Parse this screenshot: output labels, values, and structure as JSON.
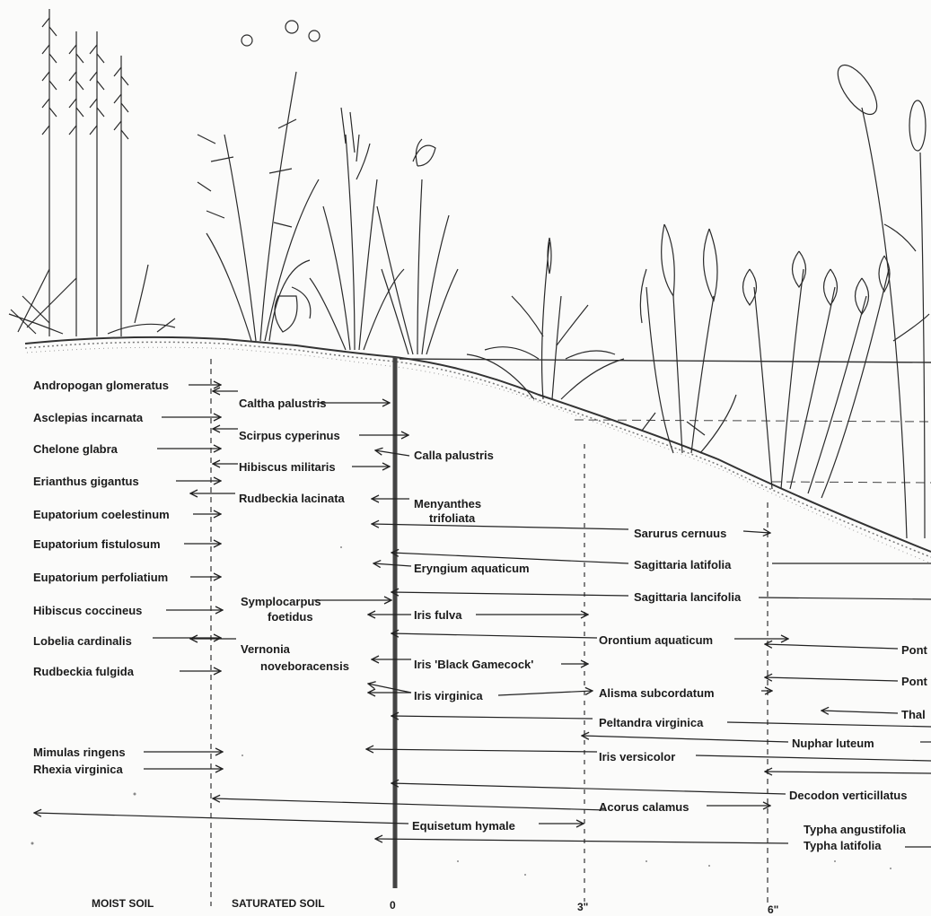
{
  "zones": [
    "MOIST SOIL",
    "SATURATED SOIL",
    "0",
    "3\"",
    "6\""
  ],
  "species": [
    "Andropogan glomeratus",
    "Asclepias incarnata",
    "Chelone glabra",
    "Erianthus gigantus",
    "Eupatorium coelestinum",
    "Eupatorium fistulosum",
    "Eupatorium perfoliatium",
    "Hibiscus coccineus",
    "Lobelia cardinalis",
    "Rudbeckia fulgida",
    "Mimulas ringens",
    "Rhexia virginica",
    "Caltha palustris",
    "Scirpus cyperinus",
    "Hibiscus militaris",
    "Rudbeckia lacinata",
    "Symplocarpus",
    "foetidus",
    "Vernonia",
    "noveboracensis",
    "Calla palustris",
    "Menyanthes",
    "trifoliata",
    "Eryngium aquaticum",
    "Iris fulva",
    "Iris 'Black Gamecock'",
    "Iris virginica",
    "Iris versicolor",
    "Equisetum hymale",
    "Sarurus cernuus",
    "Sagittaria latifolia",
    "Sagittaria lancifolia",
    "Orontium aquaticum",
    "Alisma subcordatum",
    "Peltandra virginica",
    "Nuphar luteum",
    "Acorus calamus",
    "Decodon verticillatus",
    "Typha angustifolia",
    "Typha latifolia",
    "Pont",
    "Pont",
    "Thal"
  ]
}
